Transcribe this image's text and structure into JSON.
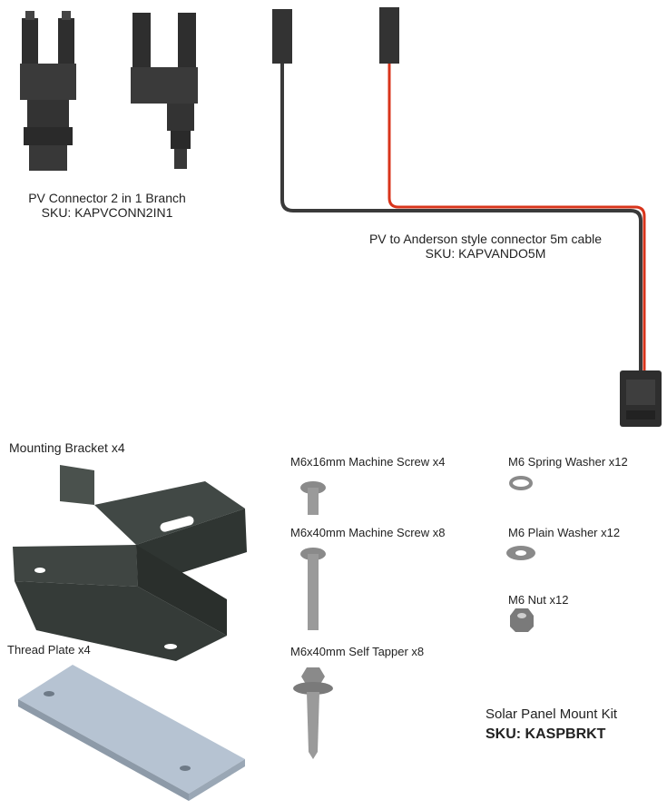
{
  "pv_branch": {
    "name": "PV Connector 2 in 1 Branch",
    "sku": "SKU: KAPVCONN2IN1"
  },
  "anderson_cable": {
    "name": "PV to Anderson style connector 5m cable",
    "sku": "SKU: KAPVANDO5M"
  },
  "mount_kit": {
    "bracket": "Mounting Bracket x4",
    "thread_plate": "Thread Plate x4",
    "screw_16": "M6x16mm Machine Screw x4",
    "screw_40": "M6x40mm Machine Screw x8",
    "self_tapper": "M6x40mm Self Tapper x8",
    "spring_washer": "M6 Spring Washer x12",
    "plain_washer": "M6 Plain Washer x12",
    "nut": "M6 Nut x12",
    "kit_name": "Solar Panel Mount Kit",
    "kit_sku": "SKU: KASPBRKT"
  },
  "colors": {
    "connector": "#3a3a3a",
    "bracket": "#3f4542",
    "plate": "#b6c3d2",
    "cable_red": "#d8341b",
    "metal": "#9a9a9a"
  }
}
